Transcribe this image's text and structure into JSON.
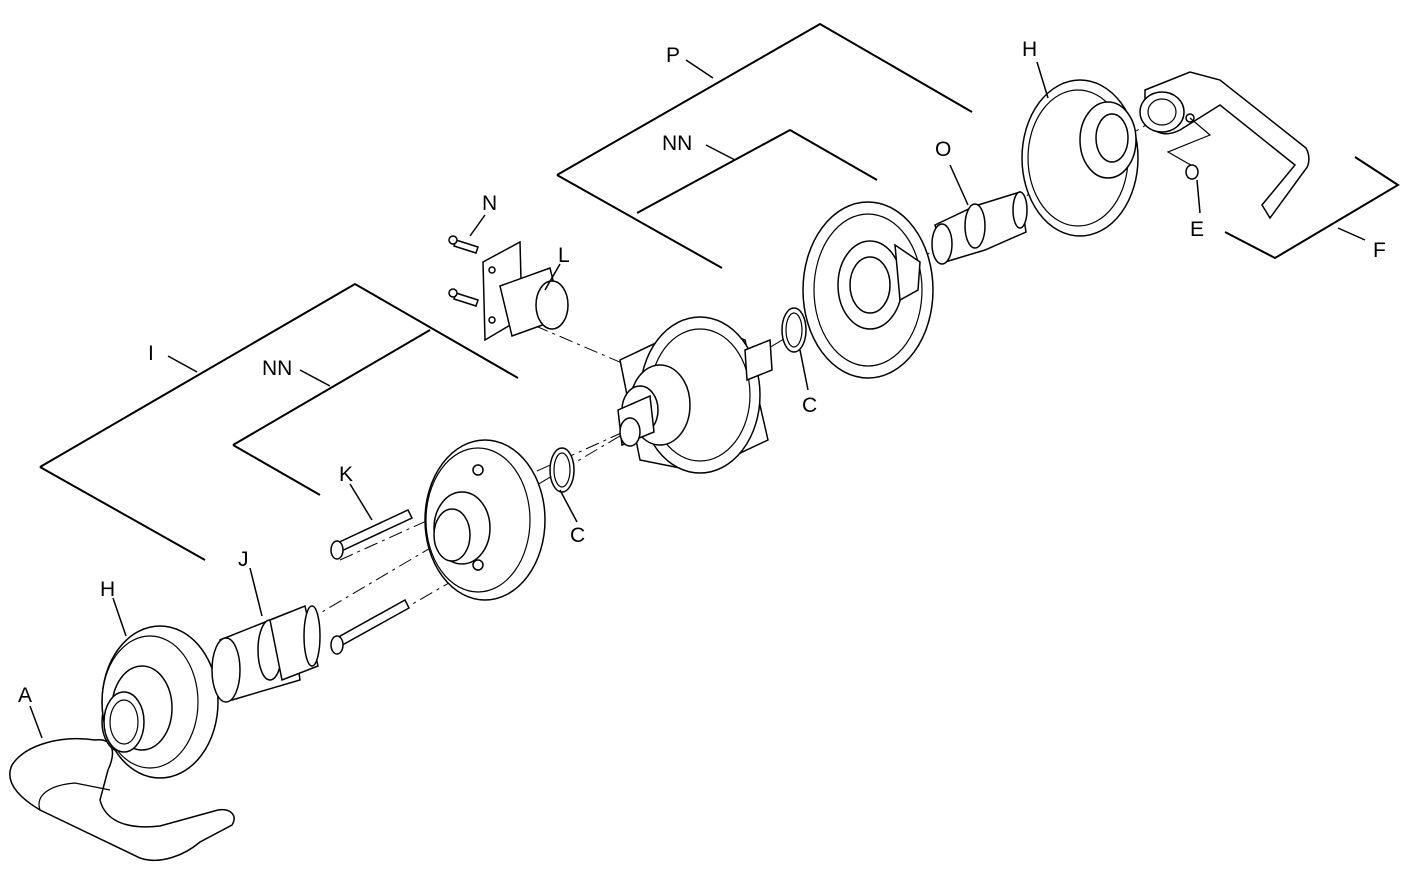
{
  "callouts": {
    "A": "A",
    "C_left": "C",
    "C_right": "C",
    "E": "E",
    "F": "F",
    "H_left": "H",
    "H_right": "H",
    "I": "I",
    "J": "J",
    "K": "K",
    "L": "L",
    "N": "N",
    "NN_left": "NN",
    "NN_right": "NN",
    "O": "O",
    "P": "P"
  }
}
